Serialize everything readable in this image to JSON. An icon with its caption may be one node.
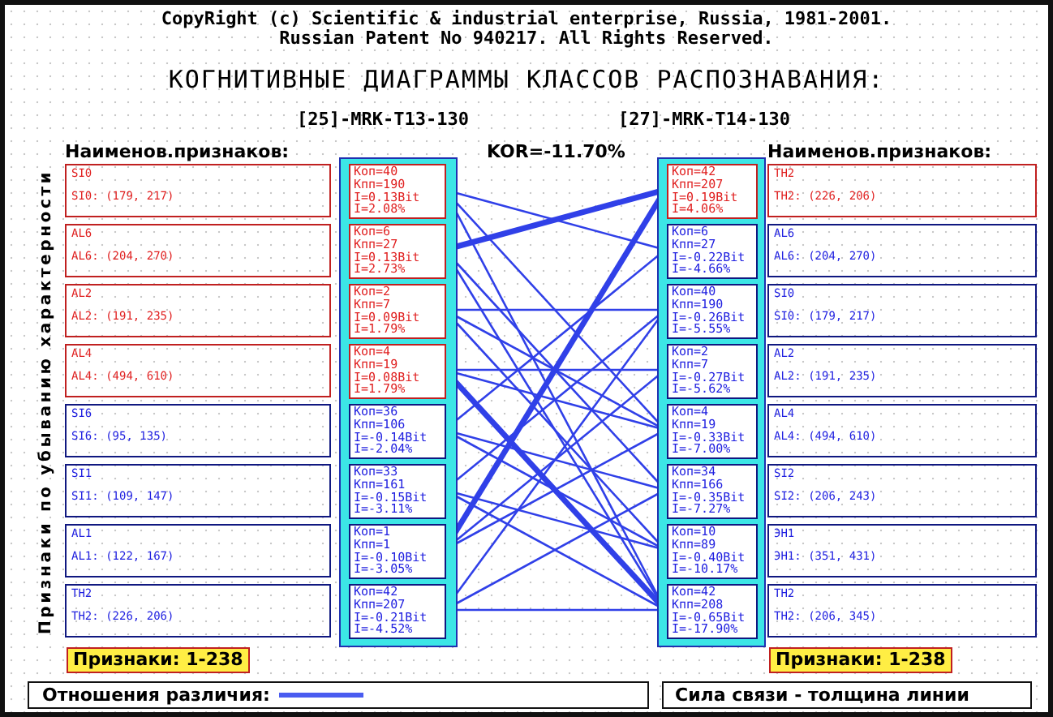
{
  "diagram": {
    "title": "КОГНИТИВНЫЕ ДИАГРАММЫ КЛАССОВ РАСПОЗНАВАНИЯ:",
    "nodes": [
      {
        "text": [
          "SI0",
          "SI0: (179, 217)"
        ]
      },
      {
        "text": [
          "AL6",
          "AL6: (204, 270)"
        ]
      },
      {
        "text": [
          "AL2",
          "AL2: (191, 235)"
        ]
      },
      {
        "text": [
          "AL4",
          "AL4: (494, 610)"
        ]
      },
      {
        "text": [
          "SI6",
          "SI6: (95, 135)"
        ]
      },
      {
        "text": [
          "SI1",
          "SI1: (109, 147)"
        ]
      },
      {
        "text": [
          "AL1",
          "AL1: (122, 167)"
        ]
      },
      {
        "text": [
          "TH2",
          "TH2: (226, 206)"
        ]
      },
      {
        "text": [],
        "shape": "box"
      },
      {
        "text": [
          "Коп=40",
          "Кпп=190",
          "I=0.13Bit",
          "I=2.08%"
        ],
        "in": 8
      },
      {
        "text": [
          "Коп=6",
          "Кпп=27",
          "I=0.13Bit",
          "I=2.73%"
        ],
        "in": 8
      },
      {
        "text": [
          "Коп=2",
          "Кпп=7",
          "I=0.09Bit",
          "I=1.79%"
        ],
        "in": 8
      },
      {
        "text": [
          "Коп=4",
          "Кпп=19",
          "I=0.08Bit",
          "I=1.79%"
        ],
        "in": 8
      },
      {
        "text": [
          "Коп=36",
          "Кпп=106",
          "I=-0.14Bit",
          "I=-2.04%"
        ],
        "in": 8
      },
      {
        "text": [
          "Коп=33",
          "Кпп=161",
          "I=-0.15Bit",
          "I=-3.11%"
        ],
        "in": 8
      },
      {
        "text": [
          "Коп=1",
          "Кпп=1",
          "I=-0.10Bit",
          "I=-3.05%"
        ],
        "in": 8
      },
      {
        "text": [
          "Коп=42",
          "Кпп=207",
          "I=-0.21Bit",
          "I=-4.52%"
        ],
        "in": 8
      },
      {
        "text": [],
        "shape": "box"
      },
      {
        "text": [
          "Коп=42",
          "Кпп=207",
          "I=0.19Bit",
          "I=4.06%"
        ],
        "in": 17
      },
      {
        "text": [
          "Коп=6",
          "Кпп=27",
          "I=-0.22Bit",
          "I=-4.66%"
        ],
        "in": 17
      },
      {
        "text": [
          "Коп=40",
          "Кпп=190",
          "I=-0.26Bit",
          "I=-5.55%"
        ],
        "in": 17
      },
      {
        "text": [
          "Коп=2",
          "Кпп=7",
          "I=-0.27Bit",
          "I=-5.62%"
        ],
        "in": 17
      },
      {
        "text": [
          "Коп=4",
          "Кпп=19",
          "I=-0.33Bit",
          "I=-7.00%"
        ],
        "in": 17
      },
      {
        "text": [
          "Коп=34",
          "Кпп=166",
          "I=-0.35Bit",
          "I=-7.27%"
        ],
        "in": 17
      },
      {
        "text": [
          "Коп=10",
          "Кпп=89",
          "I=-0.40Bit",
          "I=-10.17%"
        ],
        "in": 17
      },
      {
        "text": [
          "Коп=42",
          "Кпп=208",
          "I=-0.65Bit",
          "I=-17.90%"
        ],
        "in": 17
      },
      {
        "text": [
          "TH2",
          "TH2: (226, 206)"
        ]
      },
      {
        "text": [
          "AL6",
          "AL6: (204, 270)"
        ]
      },
      {
        "text": [
          "SI0",
          "SI0: (179, 217)"
        ]
      },
      {
        "text": [
          "AL2",
          "AL2: (191, 235)"
        ]
      },
      {
        "text": [
          "AL4",
          "AL4: (494, 610)"
        ]
      },
      {
        "text": [
          "SI2",
          "SI2: (206, 243)"
        ]
      },
      {
        "text": [
          "ЭН1",
          "ЭН1: (351, 431)"
        ]
      },
      {
        "text": [
          "TH2",
          "TH2: (206, 345)"
        ]
      }
    ],
    "edges": [
      {
        "from": 9,
        "to": 19,
        "arrow": "none"
      },
      {
        "from": 9,
        "to": 22,
        "arrow": "none"
      },
      {
        "from": 9,
        "to": 25,
        "arrow": "none"
      },
      {
        "from": 10,
        "to": 18,
        "arrow": "none",
        "style": "thick"
      },
      {
        "from": 10,
        "to": 23,
        "arrow": "none"
      },
      {
        "from": 10,
        "to": 25,
        "arrow": "none"
      },
      {
        "from": 11,
        "to": 20,
        "arrow": "none"
      },
      {
        "from": 11,
        "to": 22,
        "arrow": "none"
      },
      {
        "from": 11,
        "to": 24,
        "arrow": "none"
      },
      {
        "from": 12,
        "to": 21,
        "arrow": "none"
      },
      {
        "from": 12,
        "to": 22,
        "arrow": "none"
      },
      {
        "from": 12,
        "to": 25,
        "arrow": "none",
        "style": "thick"
      },
      {
        "from": 13,
        "to": 19,
        "arrow": "none"
      },
      {
        "from": 13,
        "to": 23,
        "arrow": "none"
      },
      {
        "from": 13,
        "to": 24,
        "arrow": "none"
      },
      {
        "from": 14,
        "to": 20,
        "arrow": "none"
      },
      {
        "from": 14,
        "to": 24,
        "arrow": "none"
      },
      {
        "from": 14,
        "to": 25,
        "arrow": "none"
      },
      {
        "from": 15,
        "to": 18,
        "arrow": "none",
        "style": "thick"
      },
      {
        "from": 15,
        "to": 21,
        "arrow": "none"
      },
      {
        "from": 15,
        "to": 22,
        "arrow": "none"
      },
      {
        "from": 16,
        "to": 20,
        "arrow": "none"
      },
      {
        "from": 16,
        "to": 23,
        "arrow": "none"
      },
      {
        "from": 16,
        "to": 25,
        "arrow": "none"
      }
    ],
    "labels": [
      "CopyRight (c) Scientific & industrial enterprise, Russia, 1981-2001.",
      "Russian Patent No 940217. All Rights Reserved.",
      "[25]-MRK-T13-130",
      "[27]-MRK-T14-130",
      "Наименов.признаков:",
      "KOR=-11.70%",
      "Наименов.признаков:",
      "Признаки по убыванию характерности",
      "Признаки: 1-238",
      "Признаки: 1-238",
      "Сила связи - толщина линии"
    ],
    "legend": [
      {
        "text": "Отношения различия:"
      }
    ]
  }
}
